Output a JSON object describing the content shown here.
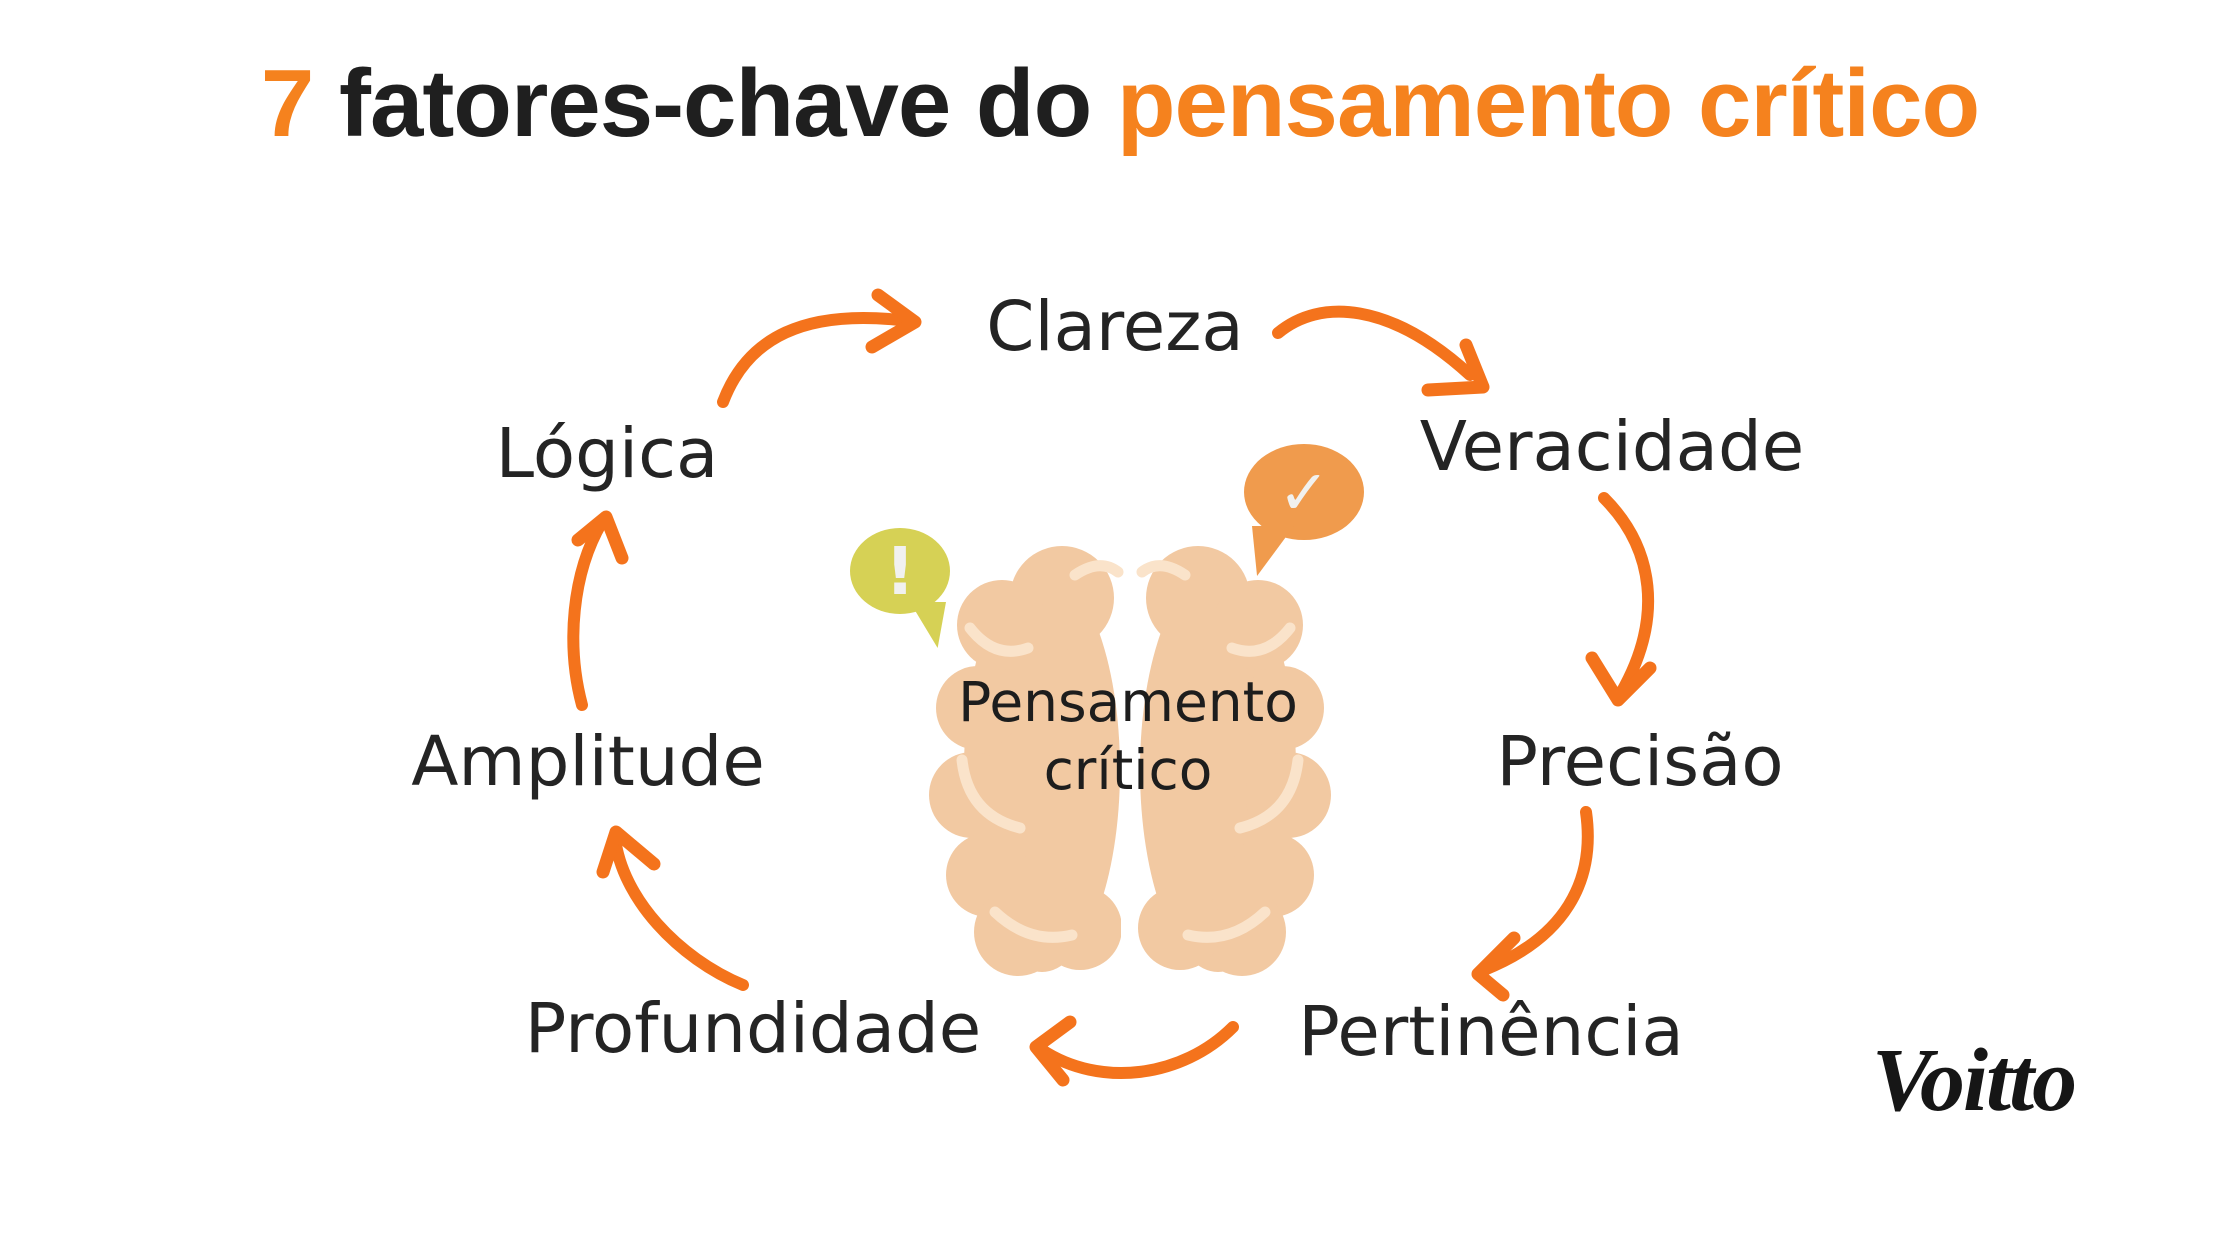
{
  "title": {
    "number": "7",
    "rest": "fatores-chave do",
    "highlight": "pensamento crítico"
  },
  "center": {
    "line1": "Pensamento",
    "line2": "crítico"
  },
  "factors": [
    "Clareza",
    "Veracidade",
    "Precisão",
    "Pertinência",
    "Profundidade",
    "Amplitude",
    "Lógica"
  ],
  "bubbles": {
    "exclamation": "!",
    "check": "✓"
  },
  "logo": "Voitto",
  "colors": {
    "title_orange": "#F5821E",
    "arrow_orange": "#F4731C",
    "bubble_orange": "#F09B4D",
    "bubble_yellow": "#D6D155",
    "brain_fill": "#F2C9A2",
    "brain_sulci": "#FAE3CA",
    "text_dark": "#242424"
  }
}
